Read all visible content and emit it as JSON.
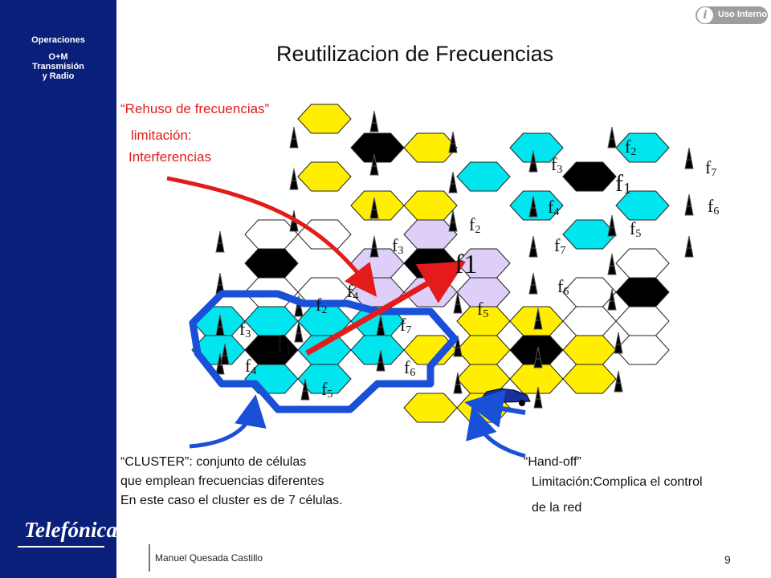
{
  "sidebar": {
    "line1": "Operaciones",
    "line2": "O+M",
    "line3": "Transmisión",
    "line4": "y Radio"
  },
  "brand": {
    "logo": "Telefónica"
  },
  "badge": {
    "label": "Uso Interno",
    "icon": "info-icon"
  },
  "title": "Reutilizacion de Frecuencias",
  "notes": {
    "reuse_title": "“Rehuso de frecuencias”",
    "reuse_l1": "limitación:",
    "reuse_l2": "Interferencias"
  },
  "captions": {
    "cluster_l1": "“CLUSTER”: conjunto de células",
    "cluster_l2": "que emplean frecuencias diferentes",
    "cluster_l3": "En este caso el cluster es de 7 células.",
    "handoff_l1": "“Hand-off”",
    "handoff_l2": "Limitación:Complica el control",
    "handoff_l3": "de la red"
  },
  "footer": {
    "author": "Manuel Quesada Castillo",
    "page": "9"
  },
  "colors": {
    "sidebar": "#0a1f7a",
    "cyan": "#00e5ee",
    "yellow": "#ffee00",
    "lilac": "#ddcff7",
    "black": "#000000",
    "red": "#e31b1b",
    "blue": "#1a4fd8"
  },
  "freq": {
    "f": "f",
    "s1": "1",
    "s2": "2",
    "s3": "3",
    "s4": "4",
    "s5": "5",
    "s6": "6",
    "s7": "7",
    "center_label": "f1"
  }
}
